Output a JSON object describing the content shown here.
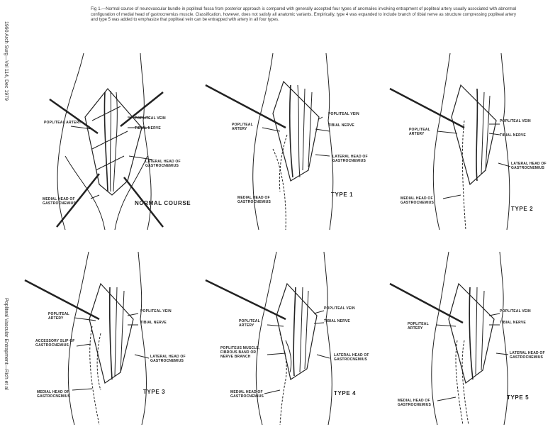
{
  "side_header": "1990   Arch Surg—Vol 114, Dec 1979",
  "side_footer": "Popliteal Vascular Entrapment—Rich et al",
  "caption": "Fig 1.—Normal course of neurovascular bundle in popliteal fossa from posterior approach is compared with generally accepted four types of anomalies involving entrapment of popliteal artery usually associated with abnormal configuration of medial head of gastrocnemius muscle. Classification, however, does not satisfy all anatomic variants. Empirically, type 4 was expanded to include branch of tibial nerve as structure compressing popliteal artery and type 5 was added to emphasize that popliteal vein can be entrapped with artery in all four types.",
  "panels": [
    {
      "title": "NORMAL COURSE",
      "labels": {
        "popliteal_artery": "POPLITEAL ARTERY",
        "popliteal_vein": "POPLITEAL VEIN",
        "tibial_nerve": "TIBIAL NERVE",
        "lateral_head": "LATERAL HEAD OF GASTROCNEMIUS",
        "medial_head": "MEDIAL HEAD OF GASTROCNEMIUS"
      }
    },
    {
      "title": "TYPE 1",
      "labels": {
        "popliteal_artery": "POPLITEAL ARTERY",
        "popliteal_vein": "POPLITEAL VEIN",
        "tibial_nerve": "TIBIAL NERVE",
        "lateral_head": "LATERAL HEAD OF GASTROCNEMIUS",
        "medial_head": "MEDIAL HEAD OF GASTROCNEMIUS"
      }
    },
    {
      "title": "TYPE 2",
      "labels": {
        "popliteal_artery": "POPLITEAL ARTERY",
        "popliteal_vein": "POPLITEAL VEIN",
        "tibial_nerve": "TIBIAL NERVE",
        "lateral_head": "LATERAL HEAD OF GASTROCNEMIUS",
        "medial_head": "MEDIAL HEAD OF GASTROCNEMIUS"
      }
    },
    {
      "title": "TYPE 3",
      "labels": {
        "popliteal_artery": "POPLITEAL ARTERY",
        "popliteal_vein": "POPLITEAL VEIN",
        "tibial_nerve": "TIBIAL NERVE",
        "accessory_slip": "ACCESSORY SLIP OF GASTROCNEMIUS",
        "lateral_head": "LATERAL HEAD OF GASTROCNEMIUS",
        "medial_head": "MEDIAL HEAD OF GASTROCNEMIUS"
      }
    },
    {
      "title": "TYPE 4",
      "labels": {
        "popliteal_artery": "POPLITEAL ARTERY",
        "popliteal_vein": "POPLITEAL VEIN",
        "tibial_nerve": "TIBIAL NERVE",
        "popliteus_muscle": "POPLITEUS MUSCLE, FIBROUS BAND OR NERVE BRANCH",
        "lateral_head": "LATERAL HEAD OF GASTROCNEMIUS",
        "medial_head": "MEDIAL HEAD OF GASTROCNEMIUS"
      }
    },
    {
      "title": "TYPE 5",
      "labels": {
        "popliteal_artery": "POPLITEAL ARTERY",
        "popliteal_vein": "POPLITEAL VEIN",
        "tibial_nerve": "TIBIAL NERVE",
        "lateral_head": "LATERAL HEAD OF GASTROCNEMIUS",
        "medial_head": "MEDIAL HEAD OF GASTROCNEMIUS"
      }
    }
  ]
}
